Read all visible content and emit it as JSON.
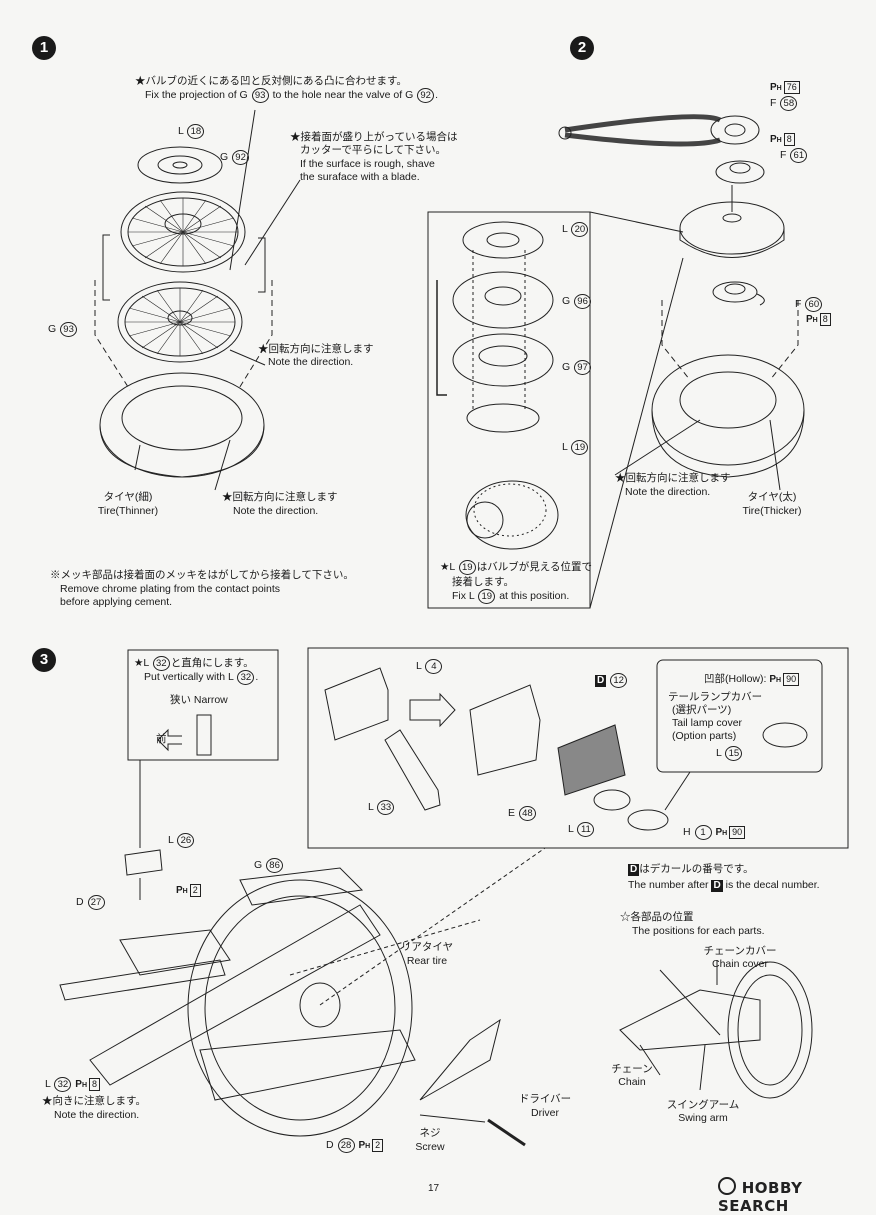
{
  "steps": {
    "s1": "1",
    "s2": "2",
    "s3": "3"
  },
  "step1": {
    "note_valve_ja": "★バルブの近くにある凹と反対側にある凸に合わせます。",
    "note_valve_en_a": "Fix the projection of G",
    "note_valve_en_num1": "93",
    "note_valve_en_b": "to the hole near the valve of G",
    "note_valve_en_num2": "92",
    "note_valve_en_c": ".",
    "part_L18": {
      "prefix": "L",
      "num": "18"
    },
    "part_G92": {
      "prefix": "G",
      "num": "92"
    },
    "part_G93": {
      "prefix": "G",
      "num": "93"
    },
    "note_shave_ja1": "★接着面が盛り上がっている場合は",
    "note_shave_ja2": "カッターで平らにして下さい。",
    "note_shave_en1": "If the surface is rough, shave",
    "note_shave_en2": "the suraface with a blade.",
    "note_dir_ja": "★回転方向に注意します",
    "note_dir_en": "Note the direction.",
    "tire_ja": "タイヤ(細)",
    "tire_en": "Tire(Thinner)",
    "note_dir2_ja": "★回転方向に注意します",
    "note_dir2_en": "Note the direction.",
    "chrome_ja": "※メッキ部品は接着面のメッキをはがしてから接着して下さい。",
    "chrome_en1": "Remove chrome plating from the contact points",
    "chrome_en2": "before applying cement."
  },
  "step2": {
    "part_PH76": {
      "prefix": "P",
      "sub": "H",
      "num": "76"
    },
    "part_F58": {
      "prefix": "F",
      "num": "58"
    },
    "part_PH8a": {
      "prefix": "P",
      "sub": "H",
      "num": "8"
    },
    "part_F61": {
      "prefix": "F",
      "num": "61"
    },
    "part_F60": {
      "prefix": "F",
      "num": "60"
    },
    "part_PH8b": {
      "prefix": "P",
      "sub": "H",
      "num": "8"
    },
    "part_L20": {
      "prefix": "L",
      "num": "20"
    },
    "part_G96": {
      "prefix": "G",
      "num": "96"
    },
    "part_G97": {
      "prefix": "G",
      "num": "97"
    },
    "part_L19": {
      "prefix": "L",
      "num": "19"
    },
    "note_valve_ja1a": "★L",
    "note_valve_ja1_num": "19",
    "note_valve_ja1b": "はバルブが見える位置で",
    "note_valve_ja2": "接着します。",
    "note_valve_en_a": "Fix L",
    "note_valve_en_num": "19",
    "note_valve_en_b": "at this position.",
    "note_dir_ja": "★回転方向に注意します",
    "note_dir_en": "Note the direction.",
    "tire_ja": "タイヤ(太)",
    "tire_en": "Tire(Thicker)"
  },
  "step3": {
    "vert_ja_a": "★L",
    "vert_ja_num": "32",
    "vert_ja_b": "と直角にします。",
    "vert_en_a": "Put vertically with L",
    "vert_en_num": "32",
    "vert_en_b": ".",
    "narrow": "狭い Narrow",
    "front": "前",
    "part_L26": {
      "prefix": "L",
      "num": "26"
    },
    "part_D27": {
      "prefix": "D",
      "num": "27"
    },
    "part_PH2a": {
      "prefix": "P",
      "sub": "H",
      "num": "2"
    },
    "part_G86": {
      "prefix": "G",
      "num": "86"
    },
    "rear_tire_ja": "リアタイヤ",
    "rear_tire_en": "Rear tire",
    "part_L32": {
      "prefix": "L",
      "num": "32"
    },
    "part_PH8": {
      "prefix": "P",
      "sub": "H",
      "num": "8"
    },
    "dir_ja": "★向きに注意します。",
    "dir_en": "Note the direction.",
    "part_D28": {
      "prefix": "D",
      "num": "28"
    },
    "part_PH2b": {
      "prefix": "P",
      "sub": "H",
      "num": "2"
    },
    "screw_ja": "ネジ",
    "screw_en": "Screw",
    "driver_ja": "ドライバー",
    "driver_en": "Driver",
    "part_L4": {
      "prefix": "L",
      "num": "4"
    },
    "part_L33": {
      "prefix": "L",
      "num": "33"
    },
    "part_D12": {
      "prefix": "D",
      "num": "12"
    },
    "part_E48": {
      "prefix": "E",
      "num": "48"
    },
    "part_L11": {
      "prefix": "L",
      "num": "11"
    },
    "part_H1": {
      "prefix": "H",
      "num": "1"
    },
    "part_PH90a": {
      "prefix": "P",
      "sub": "H",
      "num": "90"
    },
    "hollow_a": "凹部(Hollow):",
    "part_PH90b": {
      "prefix": "P",
      "sub": "H",
      "num": "90"
    },
    "taillamp_ja1": "テールランプカバー",
    "taillamp_ja2": "(選択パーツ)",
    "taillamp_en1": "Tail lamp cover",
    "taillamp_en2": "(Option parts)",
    "part_L15": {
      "prefix": "L",
      "num": "15"
    },
    "decal_ja_b": "はデカールの番号です。",
    "decal_en_a": "The number after",
    "decal_en_b": "is the decal number.",
    "decal_letter": "D",
    "positions_ja": "☆各部品の位置",
    "positions_en": "The positions for each parts.",
    "chain_cover_ja": "チェーンカバー",
    "chain_cover_en": "Chain cover",
    "chain_ja": "チェーン",
    "chain_en": "Chain",
    "swing_ja": "スイングアーム",
    "swing_en": "Swing arm"
  },
  "footer": {
    "page": "17",
    "brand": "HOBBY SEARCH"
  }
}
